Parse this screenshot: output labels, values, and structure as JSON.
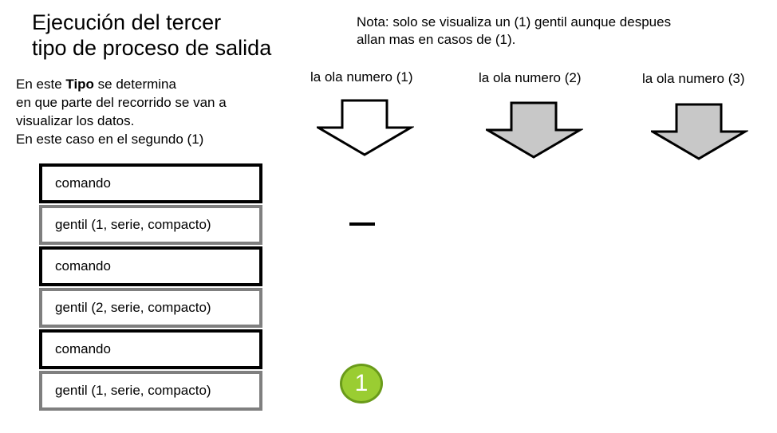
{
  "title": {
    "line1": "Ejecución del  tercer",
    "line2": "tipo de proceso de salida"
  },
  "description": {
    "line1_pre": "En este ",
    "line1_bold": "Tipo",
    "line1_post": " se determina",
    "line2": "en que parte del recorrido se van a",
    "line3": "visualizar los datos.",
    "line4": "En este caso en el segundo (1)"
  },
  "note": {
    "line1": "Nota: solo se visualiza un (1) gentil aunque despues",
    "line2": "allan mas en casos de (1)."
  },
  "waves": [
    {
      "label": "la ola numero (1)",
      "fill": "#ffffff",
      "icon": "down-arrow-icon"
    },
    {
      "label": "la ola numero (2)",
      "fill": "#c8c8c8",
      "icon": "down-arrow-icon"
    },
    {
      "label": "la ola numero (3)",
      "fill": "#c8c8c8",
      "icon": "down-arrow-icon"
    }
  ],
  "stack": [
    {
      "kind": "comando",
      "text": "comando"
    },
    {
      "kind": "gentil",
      "text": "gentil (1, serie, compacto)"
    },
    {
      "kind": "comando",
      "text": "comando"
    },
    {
      "kind": "gentil",
      "text": "gentil (2, serie, compacto)"
    },
    {
      "kind": "comando",
      "text": "comando"
    },
    {
      "kind": "gentil",
      "text": "gentil (1, serie, compacto)"
    }
  ],
  "badge": {
    "text": "1",
    "color": "#9acd32"
  },
  "colors": {
    "command_border": "#000000",
    "gentil_border": "#7f7f7f"
  }
}
